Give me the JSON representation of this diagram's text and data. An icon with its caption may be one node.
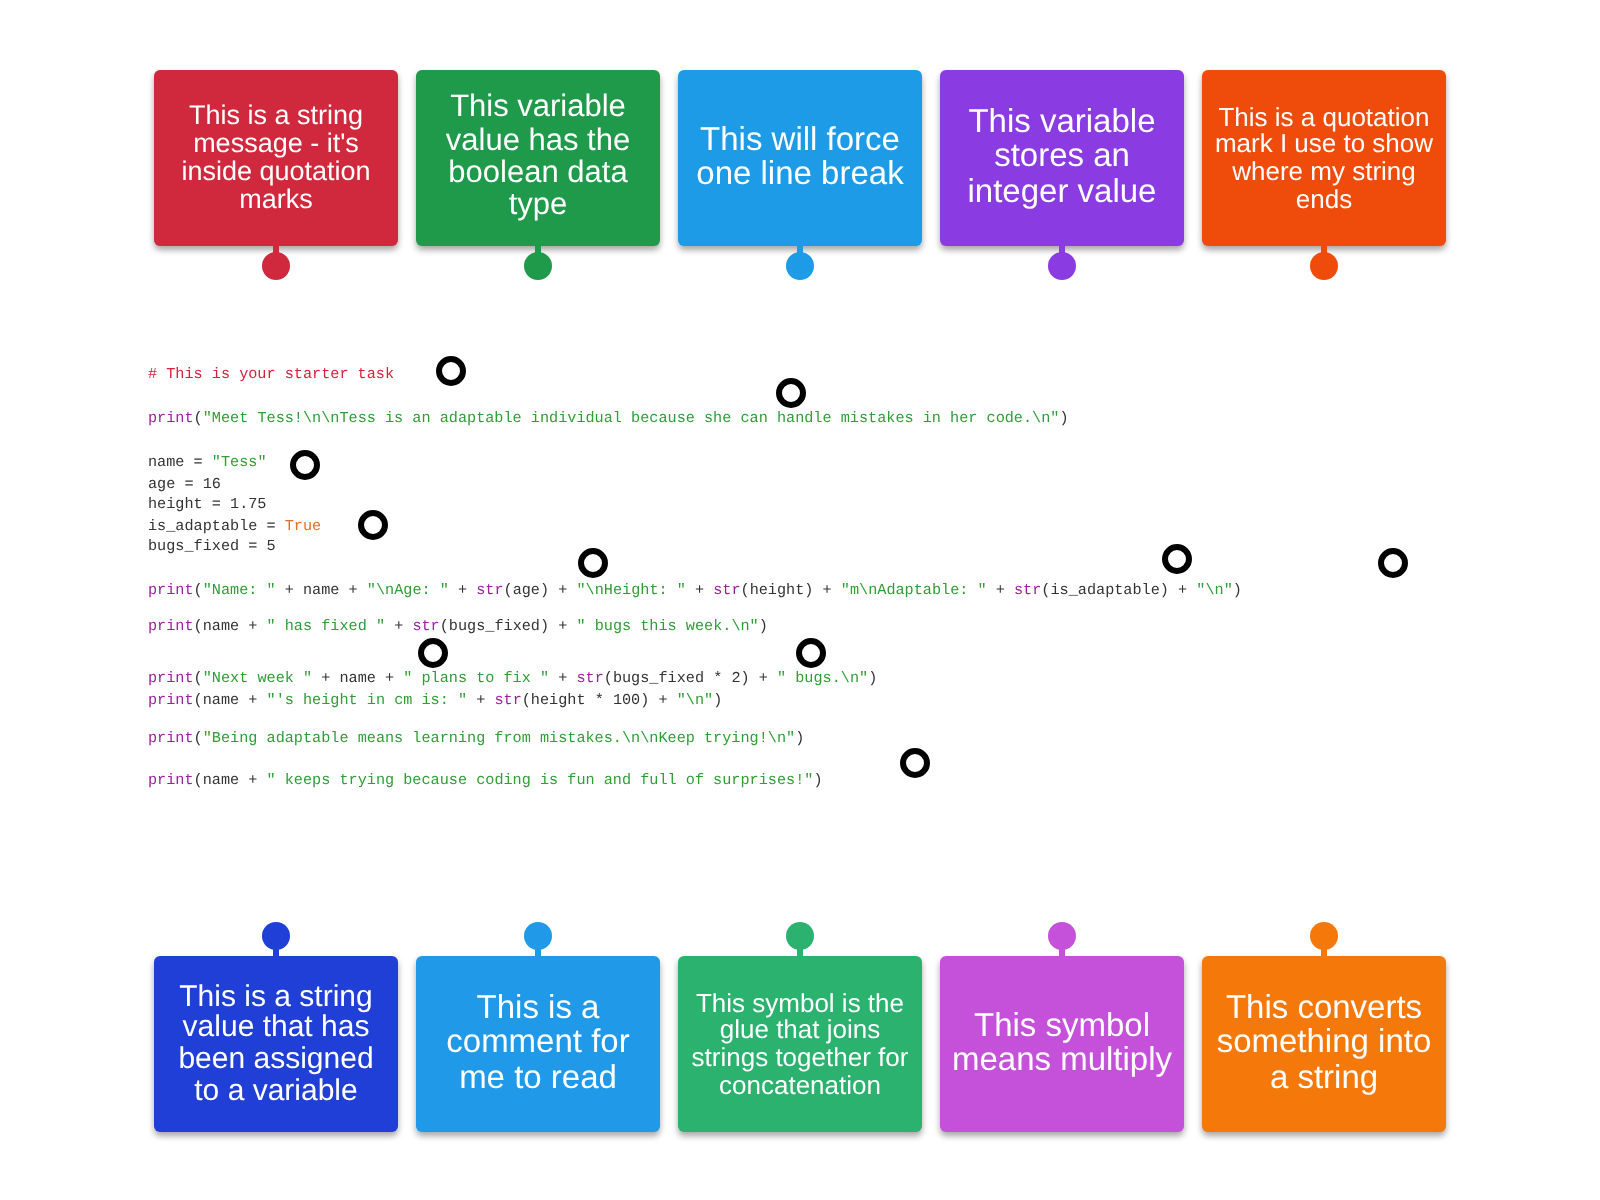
{
  "diagram": {
    "nodes": [
      {
        "text": [
          "This is a string message - it's inside quotation marks"
        ]
      },
      {
        "text": [
          "This variable value has the boolean data type"
        ]
      },
      {
        "text": [
          "This will force one line break"
        ]
      },
      {
        "text": [
          "This variable stores an integer value"
        ]
      },
      {
        "text": [
          "This is a quotation mark I use to show where my string ends"
        ]
      },
      {
        "text": [],
        "shape": "circle"
      },
      {
        "text": [],
        "shape": "circle"
      },
      {
        "text": [],
        "shape": "circle"
      },
      {
        "text": [],
        "shape": "circle"
      },
      {
        "text": [],
        "shape": "circle"
      },
      {
        "text": [],
        "shape": "circle"
      },
      {
        "text": [],
        "shape": "circle"
      },
      {
        "text": [],
        "shape": "circle"
      },
      {
        "text": [],
        "shape": "circle"
      },
      {
        "text": [],
        "shape": "circle"
      },
      {
        "text": [
          "This is a string value that has been assigned to a variable"
        ]
      },
      {
        "text": [
          "This is a comment for me to read"
        ]
      },
      {
        "text": [
          "This symbol is the glue that joins strings together for concatenation"
        ]
      },
      {
        "text": [
          "This symbol means multiply"
        ]
      },
      {
        "text": [
          "This converts something into a string"
        ]
      }
    ],
    "labels": [
      "# This is your starter task",
      "print(\"Meet Tess!\\n\\nTess is an adaptable individual because she can handle mistakes in her code.\\n\")",
      "name = \"Tess\"",
      "age = 16",
      "height = 1.75",
      "is_adaptable = True",
      "bugs_fixed = 5",
      "print(\"Name: \" + name + \"\\nAge: \" + str(age) + \"\\nHeight: \" + str(height) + \"m\\nAdaptable: \" + str(is_adaptable) + \"\\n\")",
      "print(name + \" has fixed \" + str(bugs_fixed) + \" bugs this week.\\n\")",
      "print(\"Next week \" + name + \" plans to fix \" + str(bugs_fixed * 2) + \" bugs.\\n\")",
      "print(name + \"'s height in cm is: \" + str(height * 100) + \"\\n\")",
      "print(\"Being adaptable means learning from mistakes.\\n\\nKeep trying!\\n\")",
      "print(name + \" keeps trying because coding is fun and full of surprises!\")"
    ]
  }
}
